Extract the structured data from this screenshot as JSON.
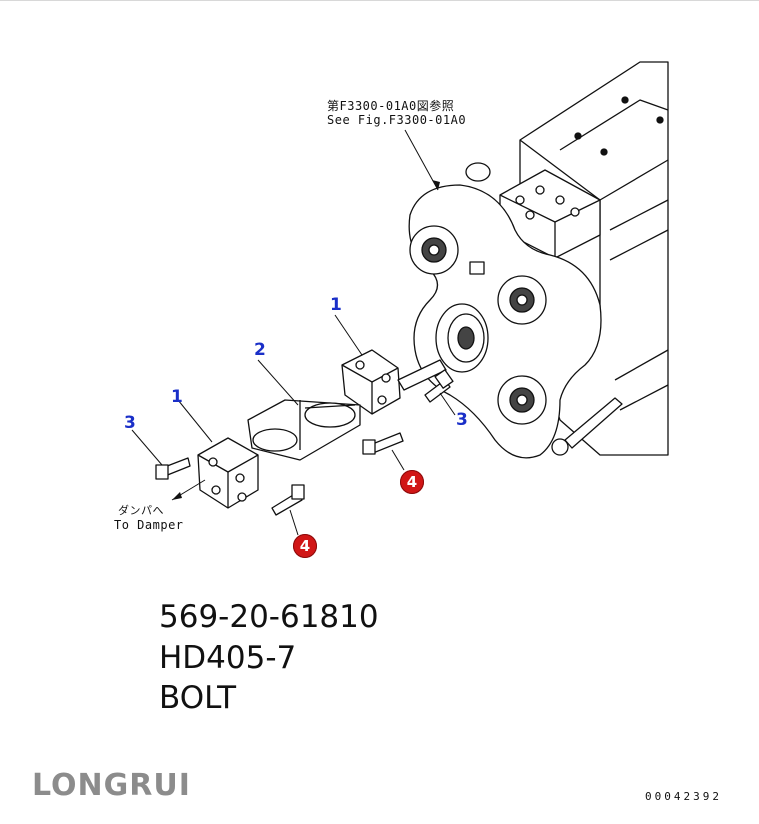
{
  "figure": {
    "reference_note_jp": "第F3300-01A0図参照",
    "reference_note_en": "See Fig.F3300-01A0",
    "damper_note_jp": "ダンパへ",
    "damper_note_en": "To Damper",
    "callouts": [
      "1",
      "2",
      "1",
      "3",
      "3"
    ],
    "badges": [
      "4",
      "4"
    ],
    "badge_color": "#d11616",
    "callout_color": "#1a2fc8"
  },
  "part": {
    "number": "569-20-61810",
    "model": "HD405-7",
    "name": "BOLT"
  },
  "brand": {
    "logo_text": "LONGRUI"
  },
  "document_number": "00042392"
}
